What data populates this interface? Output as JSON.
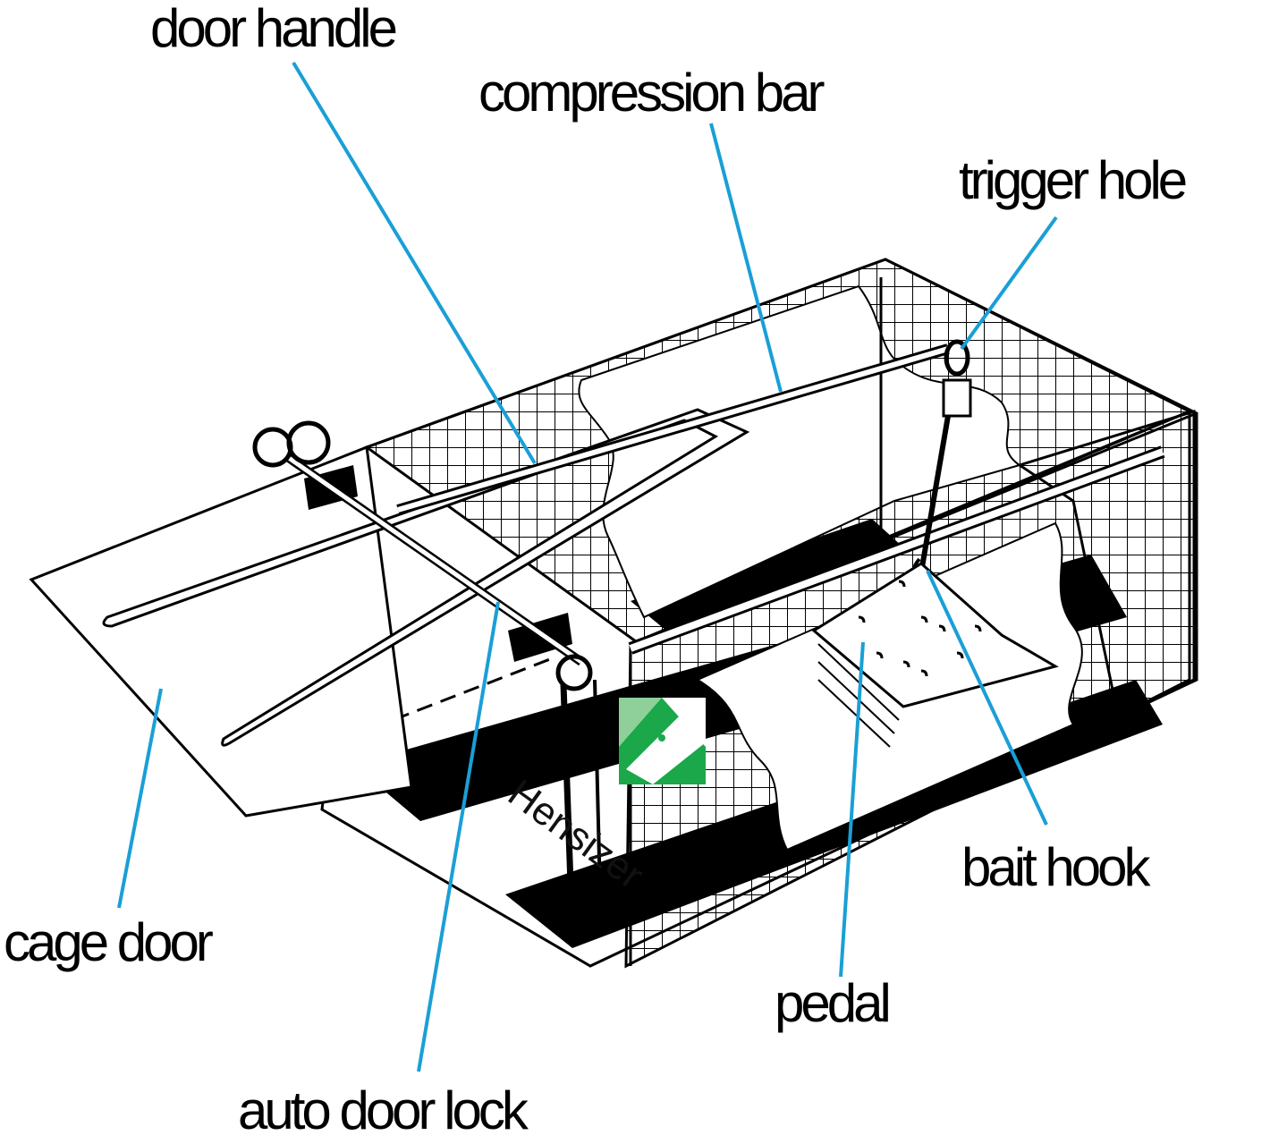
{
  "colors": {
    "leader_line": "#1a9fd6",
    "outline": "#000000",
    "logo_green": "#1aa84a",
    "logo_light": "#8fd09a"
  },
  "labels": {
    "door_handle": "door handle",
    "compression_bar": "compression bar",
    "trigger_hole": "trigger hole",
    "bait_hook": "bait hook",
    "pedal": "pedal",
    "cage_door": "cage door",
    "auto_door_lock": "auto door lock"
  },
  "brand": {
    "name": "Hensizer",
    "logo_icon": "kite-logo-icon"
  }
}
